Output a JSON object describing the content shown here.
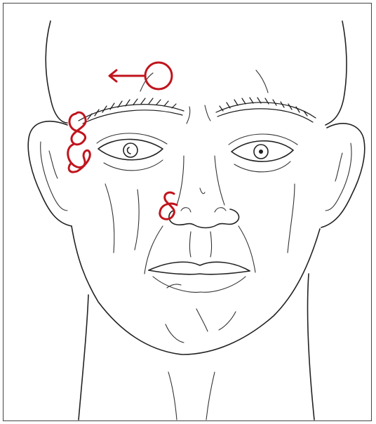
{
  "colors": {
    "line_art": "#222222",
    "annotation": "#c0141c",
    "background": "#ffffff",
    "frame": "#444444"
  },
  "symbols": [
    {
      "id": "forehead",
      "icon": "circle-with-leftward-arrow"
    },
    {
      "id": "temple-upper",
      "icon": "figure-eight-loop"
    },
    {
      "id": "temple-lower",
      "icon": "figure-eight-loop"
    },
    {
      "id": "nasal",
      "icon": "ampersand-loop"
    }
  ]
}
